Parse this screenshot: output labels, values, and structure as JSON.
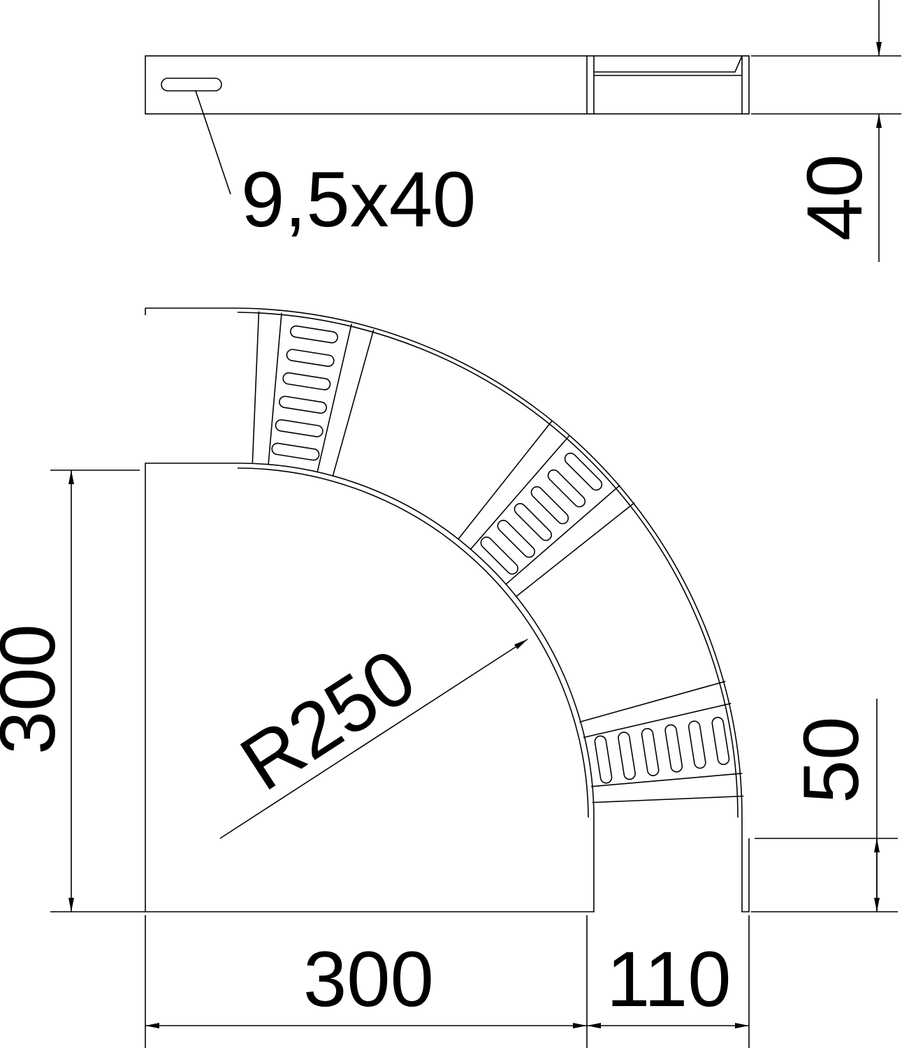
{
  "drawing": {
    "slot_label": "9,5x40",
    "height_label": "40",
    "flange_label": "50",
    "side_length_label": "300",
    "bottom_length_label": "300",
    "width_label": "110",
    "radius_label": "R250"
  }
}
